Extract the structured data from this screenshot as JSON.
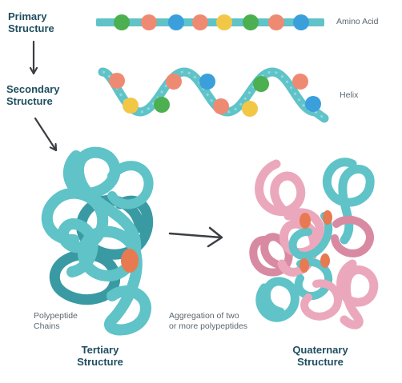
{
  "labels": {
    "primary_line1": "Primary",
    "primary_line2": "Structure",
    "secondary_line1": "Secondary",
    "secondary_line2": "Structure",
    "tertiary_line1": "Tertiary",
    "tertiary_line2": "Structure",
    "quaternary_line1": "Quaternary",
    "quaternary_line2": "Structure",
    "amino_acid": "Amino Acid",
    "helix": "Helix",
    "polypeptide_line1": "Polypeptide",
    "polypeptide_line2": "Chains",
    "aggregation_line1": "Aggregation of two",
    "aggregation_line2": "or more polypeptides"
  },
  "colors": {
    "heading_text": "#1f4e5f",
    "note_text": "#5b6770",
    "strand": "#5fc3c8",
    "strand_dark": "#3a9aa3",
    "chain_pink": "#eba8bd",
    "chain_pink_dark": "#d98aa3",
    "prosthetic_group": "#e87a52",
    "arrow": "#3a3f44",
    "bead_green": "#4caf50",
    "bead_salmon": "#ef8a72",
    "bead_blue": "#3b9fdc",
    "bead_yellow": "#f3c746"
  },
  "primary_beads": [
    "green",
    "salmon",
    "blue",
    "salmon",
    "yellow",
    "green",
    "salmon",
    "blue"
  ],
  "helix_beads": [
    "salmon",
    "yellow",
    "green",
    "salmon",
    "blue",
    "salmon",
    "yellow",
    "green",
    "salmon",
    "blue"
  ]
}
